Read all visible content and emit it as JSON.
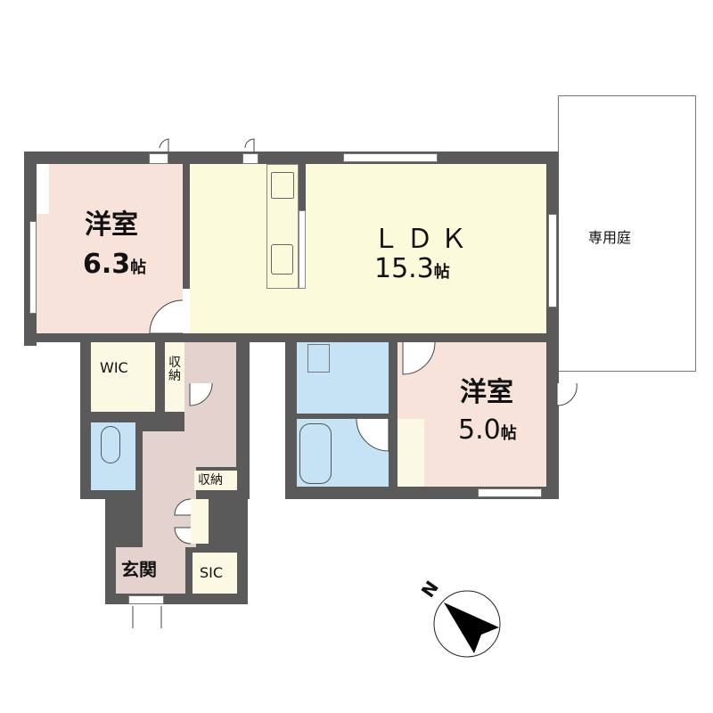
{
  "rooms": {
    "western1": {
      "name": "洋室",
      "size": "6.3",
      "unit": "帖"
    },
    "ldk": {
      "name": "ＬＤＫ",
      "size": "15.3",
      "unit": "帖"
    },
    "western2": {
      "name": "洋室",
      "size": "5.0",
      "unit": "帖"
    },
    "wic": {
      "name": "WIC"
    },
    "storage1": {
      "name": "収納"
    },
    "storage2": {
      "name": "収納"
    },
    "entrance": {
      "name": "玄関"
    },
    "sic": {
      "name": "SIC"
    },
    "garden": {
      "name": "専用庭"
    }
  },
  "compass": {
    "label": "N"
  },
  "colors": {
    "wall": "#5a5a5a",
    "western": "#f7e3da",
    "ldk": "#fbfbdc",
    "wet": "#c5e3f5",
    "hall": "#e4d2cf",
    "storage": "#fbf8e3"
  }
}
